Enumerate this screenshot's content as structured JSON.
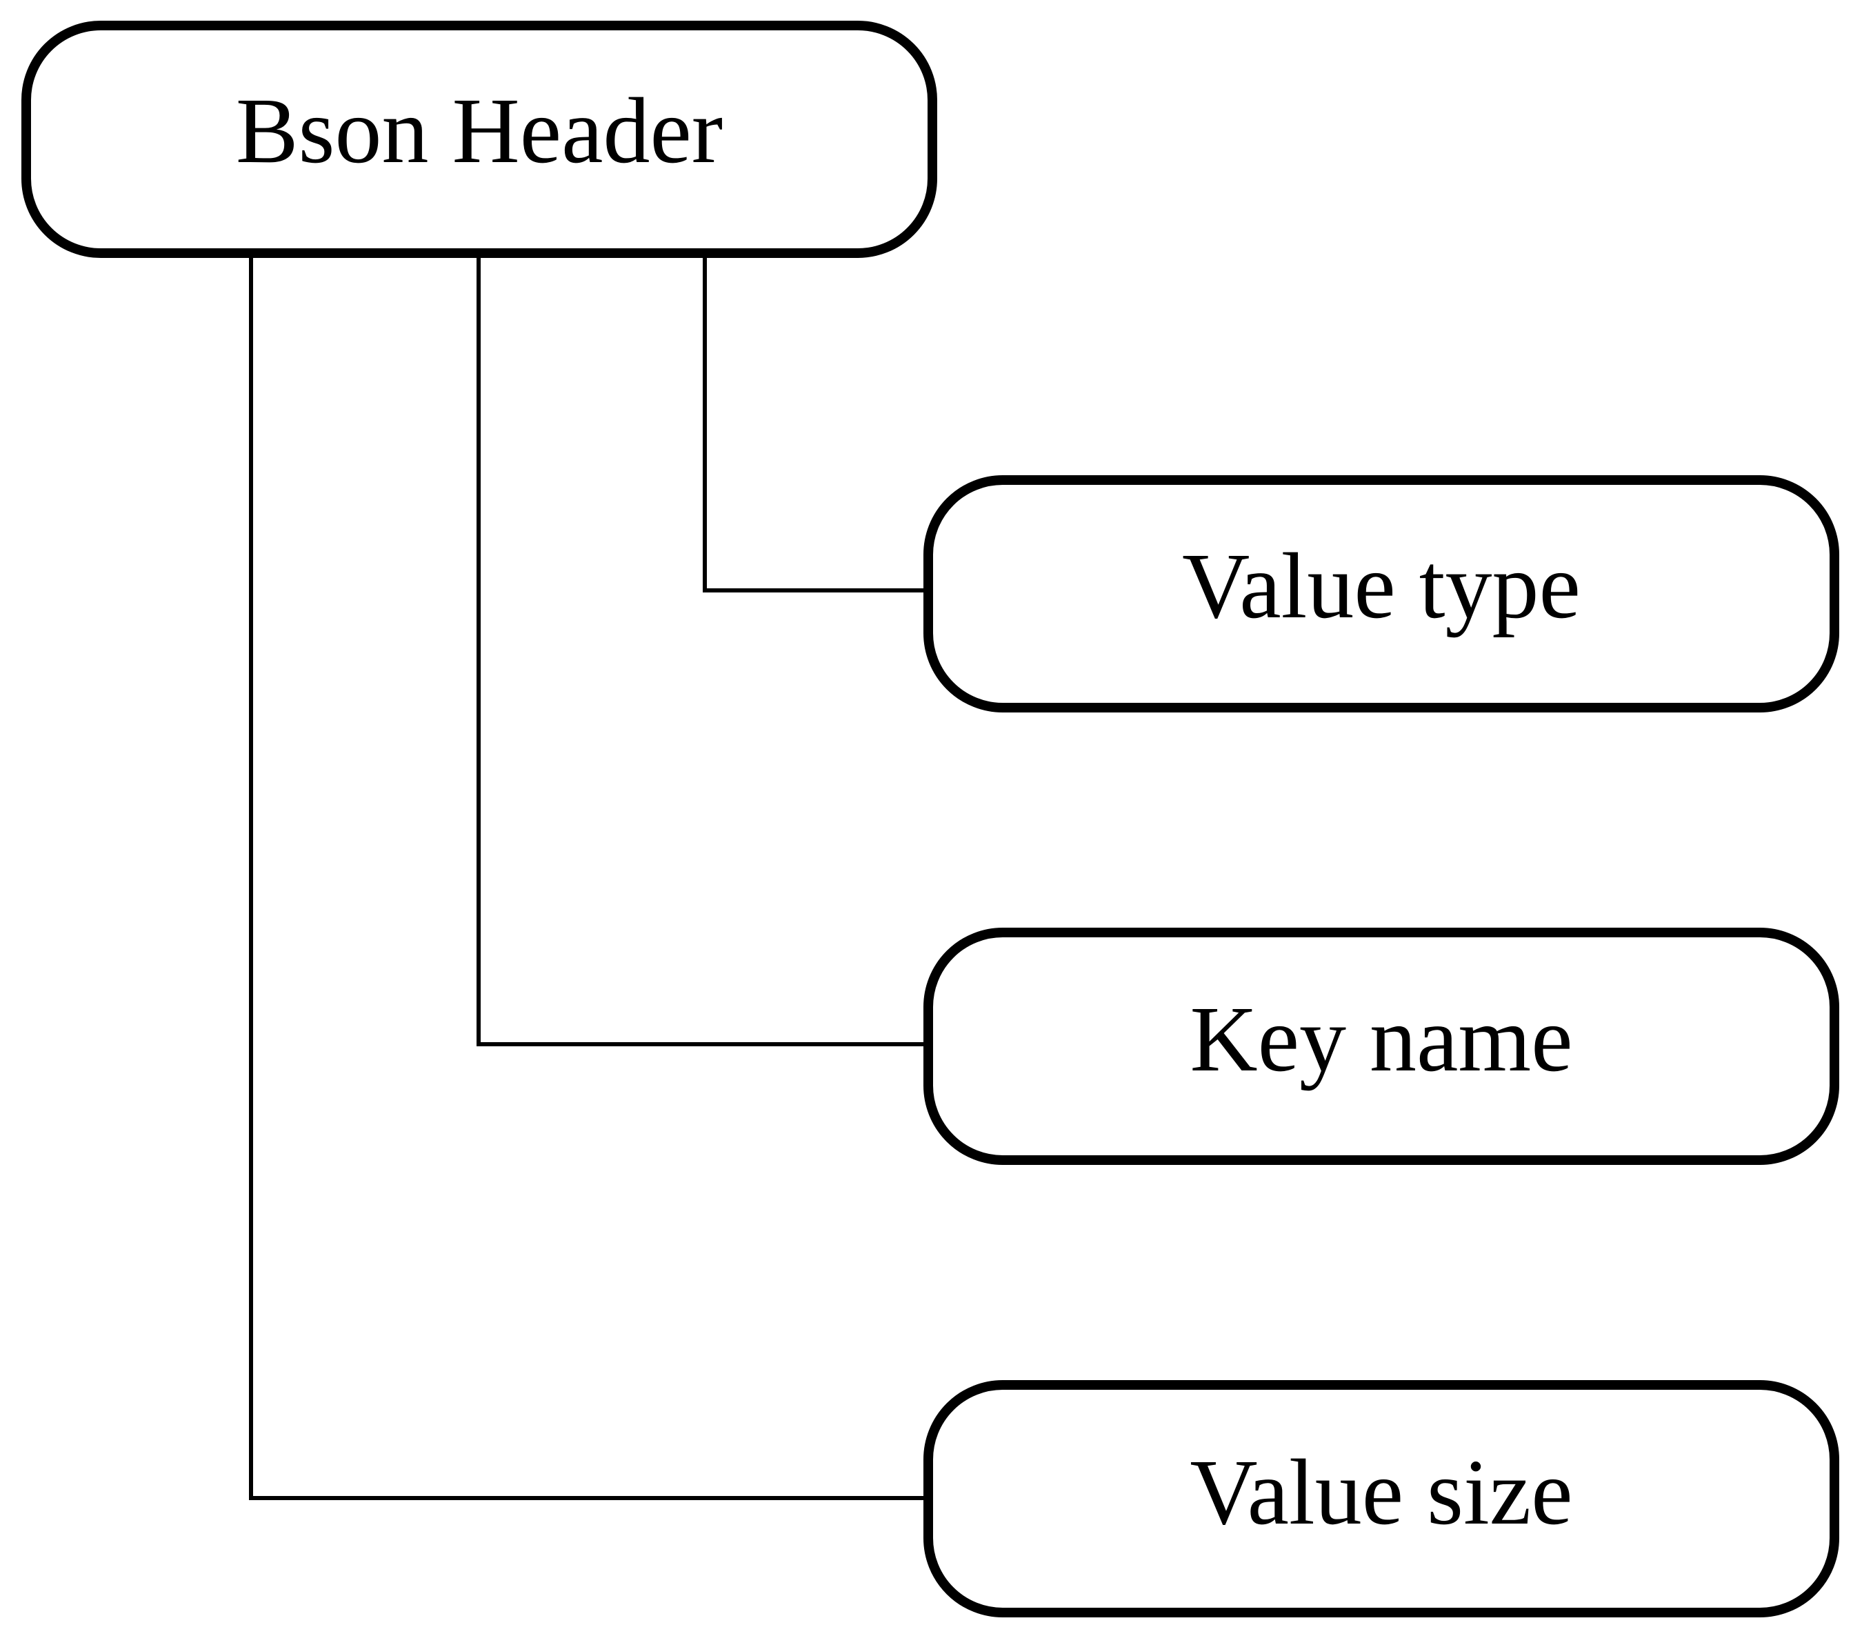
{
  "diagram": {
    "root": {
      "label": "Bson Header"
    },
    "children": [
      {
        "label": "Value type"
      },
      {
        "label": "Key name"
      },
      {
        "label": "Value size"
      }
    ]
  },
  "colors": {
    "stroke": "#000000",
    "background": "#ffffff"
  }
}
